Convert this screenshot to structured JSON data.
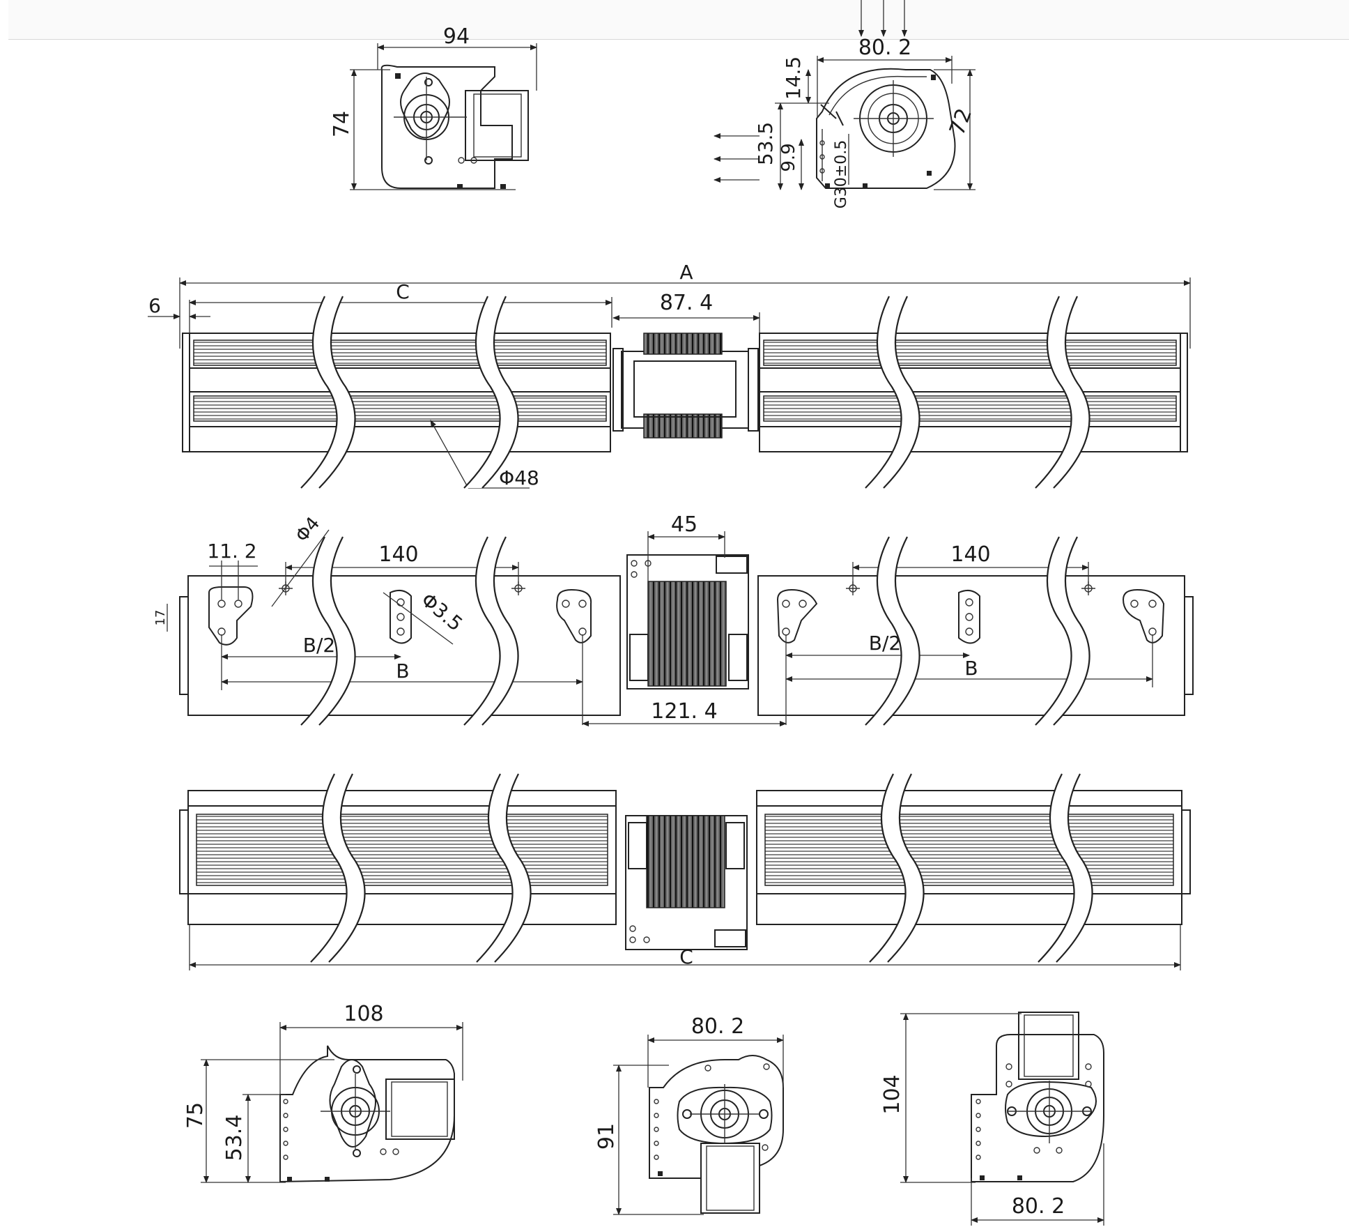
{
  "drawing": {
    "top_left_view": {
      "width": "94",
      "height": "74"
    },
    "top_right_view": {
      "width": "80. 2",
      "height": "72",
      "h1": "14.5",
      "h2": "53.5",
      "h3": "9.9",
      "tol": "G30±0.5"
    },
    "front_view": {
      "overall": "A",
      "left_offset": "6",
      "blower_length": "C",
      "motor_width": "87. 4",
      "wheel_dia": "Φ48"
    },
    "bottom_view": {
      "hole_small": "Φ4",
      "offset": "11. 2",
      "pitch_left": "140",
      "pitch_right": "140",
      "slot": "Φ3.5",
      "half_b_left": "B/2",
      "b_left": "B",
      "half_b_right": "B/2",
      "b_right": "B",
      "motor_span": "121. 4",
      "motor_width": "45",
      "edge": "17"
    },
    "rear_view": {
      "overall": "C"
    },
    "bottom_left_view": {
      "width": "108",
      "height": "75",
      "h2": "53.4"
    },
    "bottom_mid_view": {
      "width": "80. 2",
      "height": "91"
    },
    "bottom_right_view": {
      "width": "80. 2",
      "height": "104"
    }
  }
}
